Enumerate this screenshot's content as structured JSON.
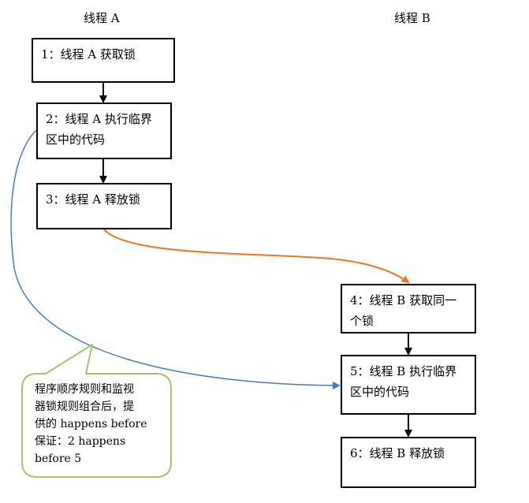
{
  "columns": {
    "thread_a": "线程 A",
    "thread_b": "线程 B"
  },
  "steps": {
    "step1": "1：线程 A 获取锁",
    "step2": "2：线程 A 执行临界\n区中的代码",
    "step3": "3：线程 A 释放锁",
    "step4": "4：线程 B 获取同一\n个锁",
    "step5": "5：线程 B 执行临界\n区中的代码",
    "step6": "6：线程 B 释放锁"
  },
  "callout": "程序顺序规则和监视\n器锁规则组合后，提\n供的 happens before\n保证：2 happens\nbefore 5",
  "colors": {
    "orange_arrow": "#e8771f",
    "blue_arrow": "#4a7cb0",
    "callout_border": "#a7c26e"
  }
}
